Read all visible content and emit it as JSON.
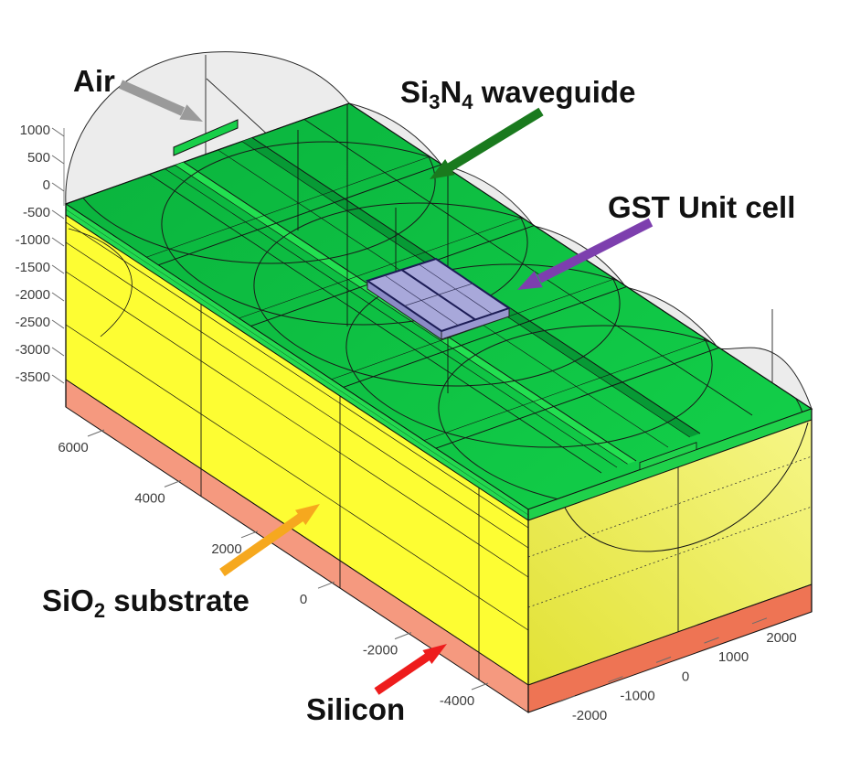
{
  "figure_labels": {
    "air": "Air",
    "si3n4": {
      "t1": "Si",
      "s1": "3",
      "t2": "N",
      "s2": "4",
      "t3": " waveguide"
    },
    "gst": "GST Unit cell",
    "sio2": {
      "t1": "SiO",
      "s1": "2",
      "t2": " substrate"
    },
    "silicon": "Silicon"
  },
  "axes": {
    "z": {
      "ticks": [
        "1000",
        "500",
        "0",
        "-500",
        "-1000",
        "-1500",
        "-2000",
        "-2500",
        "-3000",
        "-3500"
      ]
    },
    "y": {
      "ticks": [
        "6000",
        "4000",
        "2000",
        "0",
        "-2000",
        "-4000"
      ]
    },
    "x": {
      "ticks": [
        "-2000",
        "-1000",
        "0",
        "1000",
        "2000"
      ]
    }
  },
  "colors": {
    "air": "#ececec",
    "green_top": "#0dc244",
    "green_side": "#23d94f",
    "green_bright": "#22e050",
    "green_dark_strip": "#079a35",
    "yellow_front": "#fdfd33",
    "yellow_right": "#e8e842",
    "silicon_front": "#f5997f",
    "silicon_right": "#ee7454",
    "gst_top": "#a8a8da",
    "gst_side1": "#8b8bc6",
    "gst_side2": "#9898cf",
    "gst_edge": "#1c1c55",
    "arrow_air": "#9a9a9a",
    "arrow_waveguide": "#1a7a1e",
    "arrow_gst": "#7d3fae",
    "arrow_substrate": "#f6a81e",
    "arrow_silicon": "#ee1c1c",
    "label_text": "#111111",
    "mesh_line": "#141414"
  },
  "materials": [
    {
      "name": "Air",
      "color": "#ececec"
    },
    {
      "name": "Si3N4 waveguide",
      "color": "#0dc244"
    },
    {
      "name": "GST Unit cell",
      "color": "#a8a8da"
    },
    {
      "name": "SiO2 substrate",
      "color": "#fdfd33"
    },
    {
      "name": "Silicon",
      "color": "#f5997f"
    }
  ]
}
